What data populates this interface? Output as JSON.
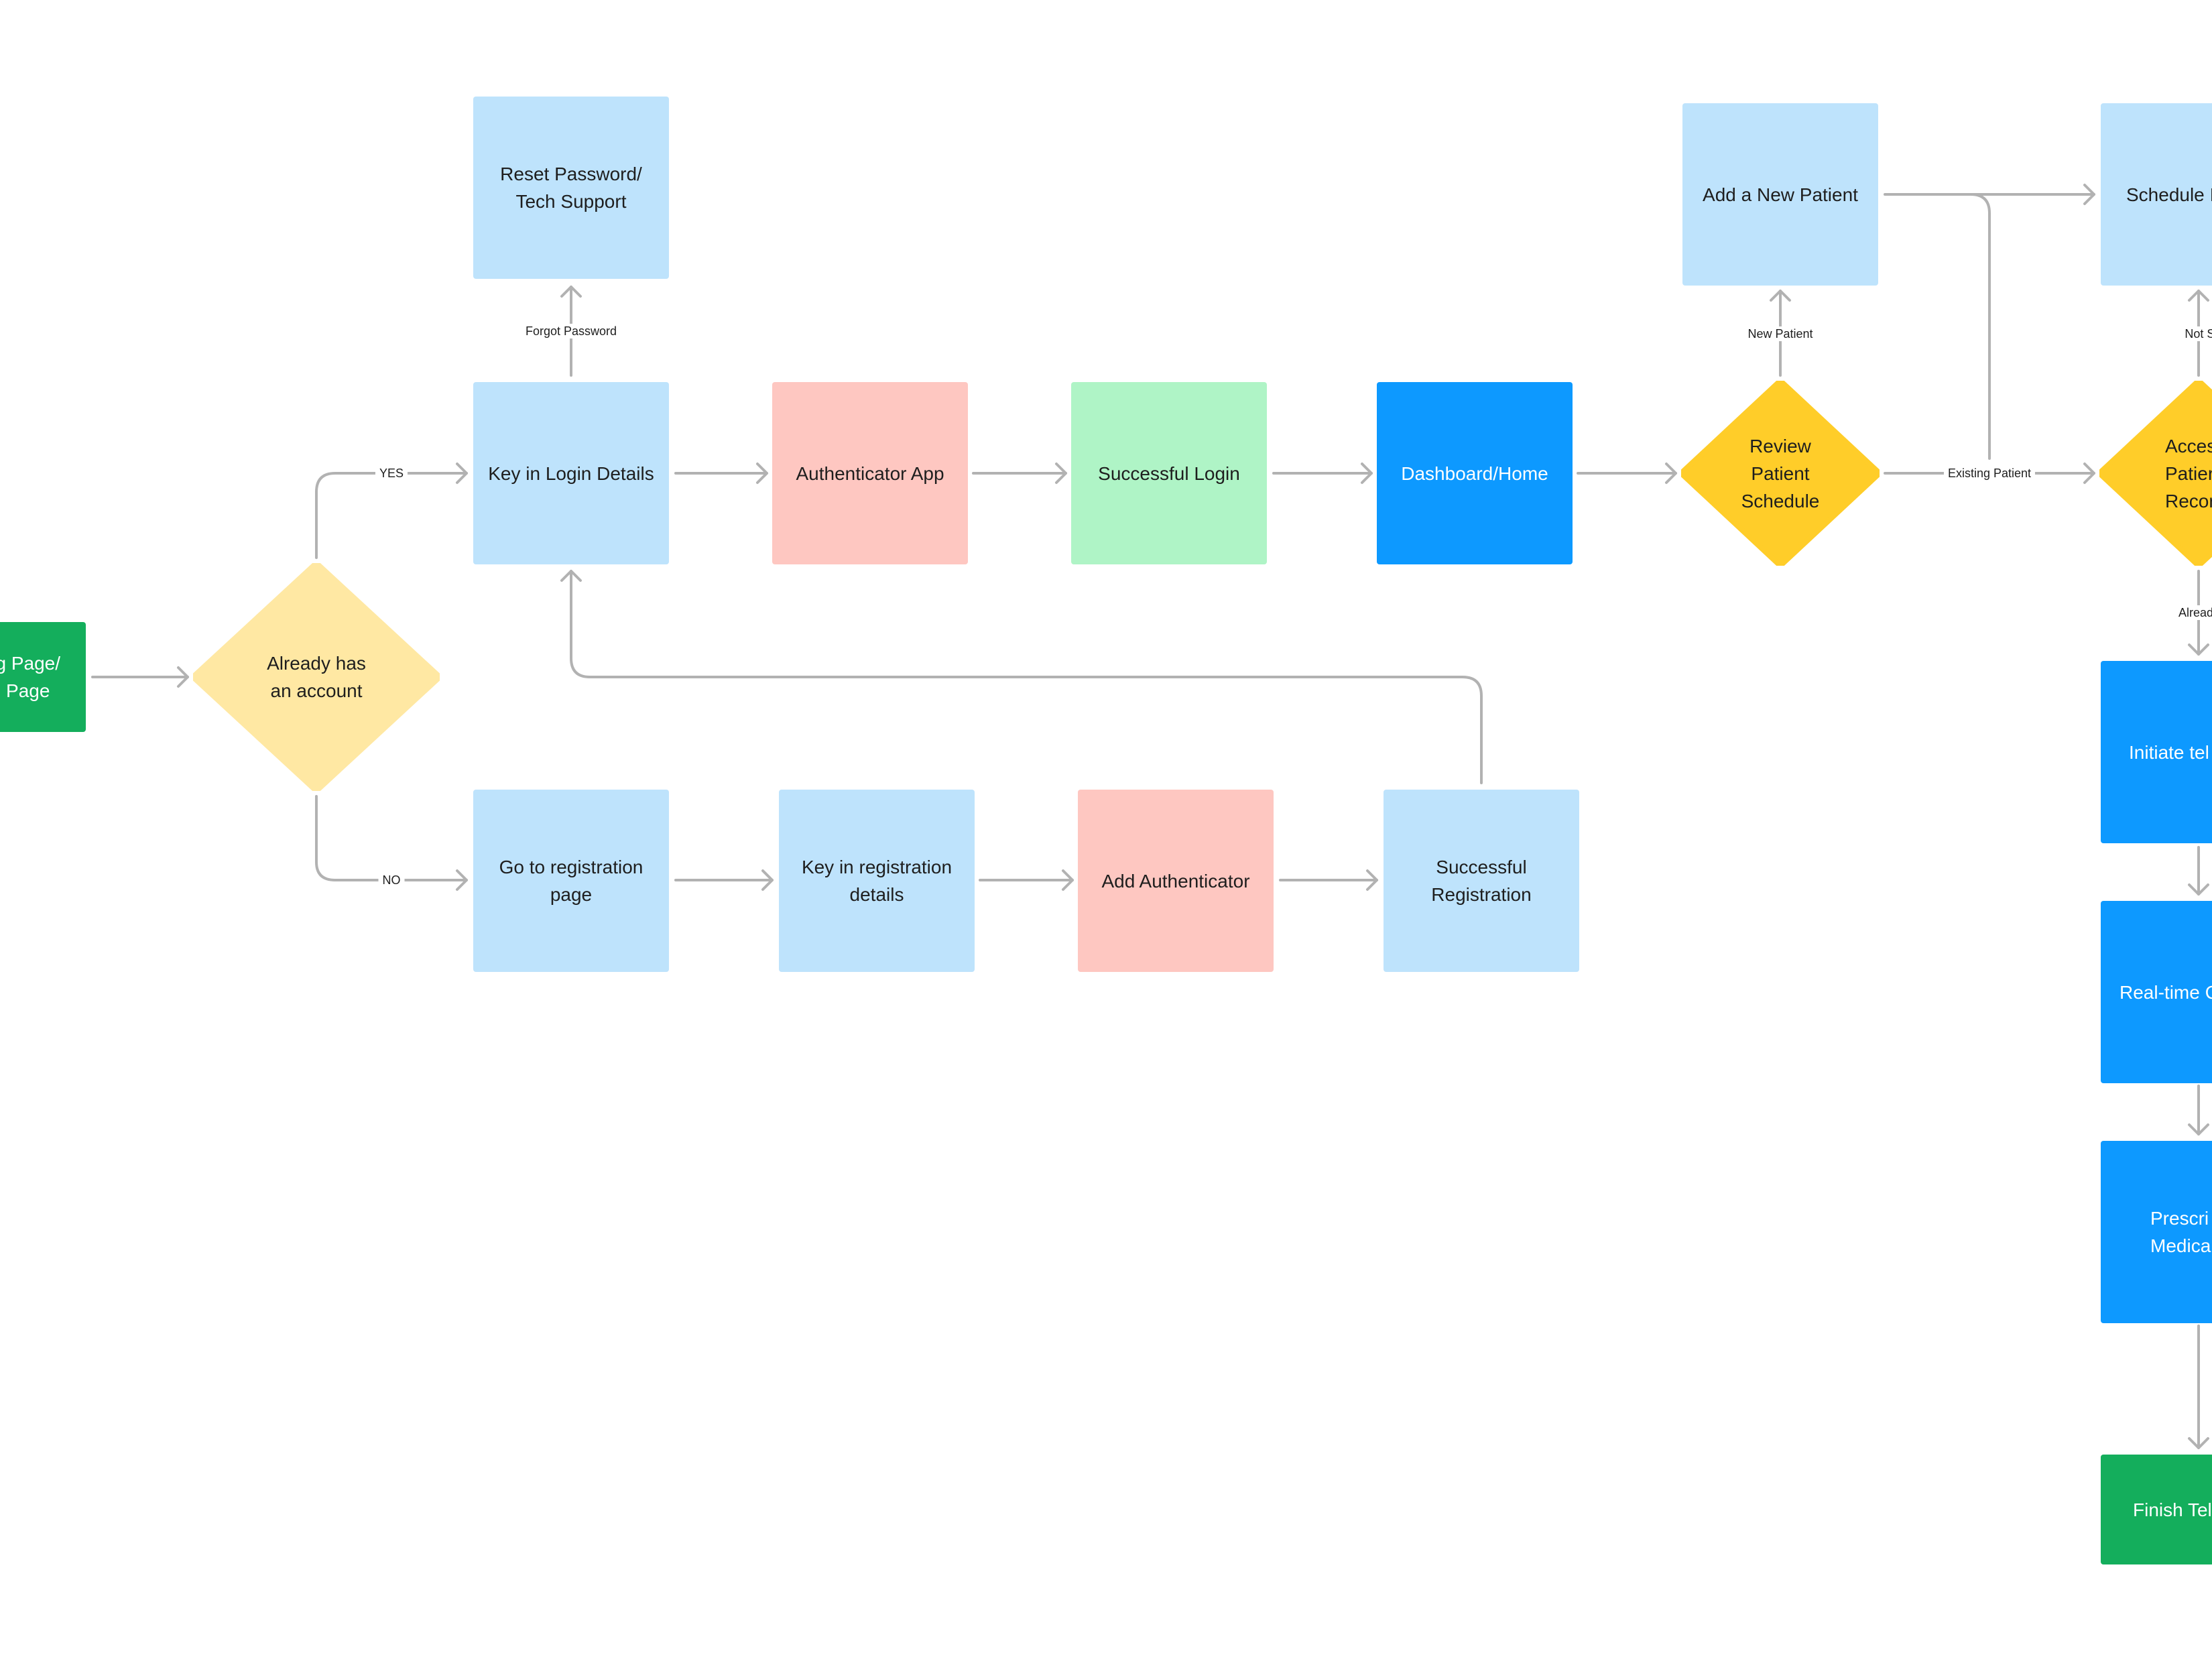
{
  "colors": {
    "connector": "#b2b2b2",
    "light_blue": "#bee3fc",
    "pink": "#fec7c1",
    "mint": "#aff4c6",
    "blue": "#0d99ff",
    "green": "#14ae5c",
    "pale_yellow": "#ffe8a3",
    "yellow": "#ffcd29"
  },
  "nodes": {
    "landing": "g Page/\nPage",
    "already_has_account": "Already has\nan account",
    "reset_password": "Reset Password/\nTech Support",
    "key_login": "Key in Login Details",
    "authenticator_app": "Authenticator App",
    "successful_login": "Successful Login",
    "dashboard": "Dashboard/Home",
    "review_schedule": "Review\nPatient\nSchedule",
    "add_new_patient": "Add a New Patient",
    "schedule": "Schedule I",
    "access_records": "Acces\nPatier\nRecor",
    "go_registration": "Go to registration\npage",
    "key_registration": "Key in registration\ndetails",
    "add_authenticator": "Add Authenticator",
    "successful_registration": "Successful\nRegistration",
    "initiate": "Initiate tel",
    "realtime": "Real-time C",
    "prescribe": "Prescri\nMedica",
    "finish": "Finish Tel"
  },
  "edge_labels": {
    "yes": "YES",
    "no": "NO",
    "forgot_password": "Forgot Password",
    "new_patient": "New Patient",
    "existing_patient": "Existing Patient",
    "not_scheduled": "Not Schec",
    "already_scheduled": "Already Sch"
  }
}
